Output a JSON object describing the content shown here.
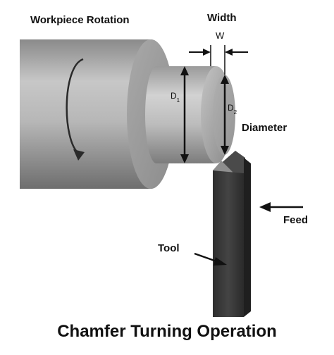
{
  "labels": {
    "rotation": "Workpiece Rotation",
    "width": "Width",
    "w": "W",
    "d1_main": "D",
    "d1_sub": "1",
    "d2_main": "D",
    "d2_sub": "2",
    "diameter": "Diameter",
    "feed": "Feed",
    "tool": "Tool"
  },
  "caption": "Chamfer Turning Operation",
  "colors": {
    "background": "#ffffff",
    "workpiece": "#b3b3b3",
    "tool": "#3a3a3a",
    "text": "#111111"
  }
}
